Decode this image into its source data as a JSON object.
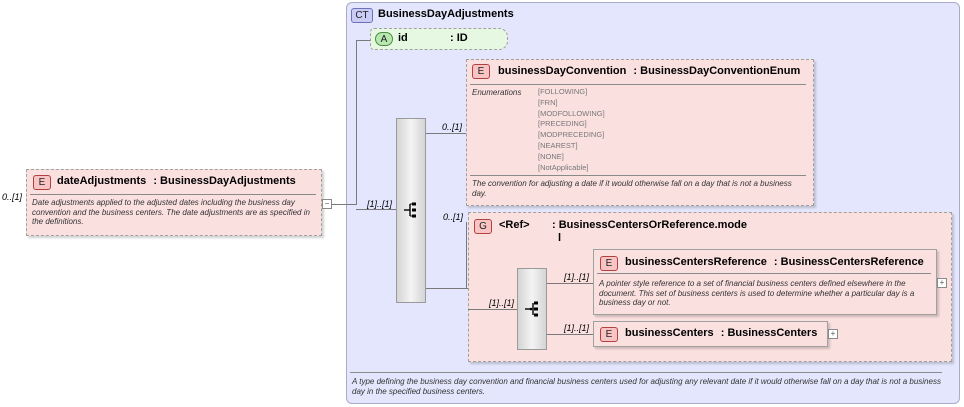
{
  "root": {
    "multiplicity": "0..[1]",
    "badge": "E",
    "name": "dateAdjustments",
    "type": ": BusinessDayAdjustments",
    "description": "Date adjustments applied to the adjusted dates including the business day convention and the business centers. The date adjustments are as specified in the definitions.",
    "collapse": "−"
  },
  "complex_type": {
    "badge": "CT",
    "name": "BusinessDayAdjustments",
    "description": "A type defining the business day convention and financial business centers used for adjusting any relevant date if it would otherwise fall on a day that is not a business day in the specified business centers."
  },
  "attribute": {
    "badge": "A",
    "name": "id",
    "type": ": ID"
  },
  "sequence": {
    "multiplicity": "[1]..[1]"
  },
  "convention": {
    "multiplicity": "0..[1]",
    "badge": "E",
    "name": "businessDayConvention",
    "type": ": BusinessDayConventionEnum",
    "enumerations_label": "Enumerations",
    "enumerations": [
      "[FOLLOWING]",
      "[FRN]",
      "[MODFOLLOWING]",
      "[PRECEDING]",
      "[MODPRECEDING]",
      "[NEAREST]",
      "[NONE]",
      "[NotApplicable]"
    ],
    "description": "The convention for adjusting a date if it would otherwise fall on a day that is not a business day."
  },
  "group": {
    "multiplicity": "0..[1]",
    "badge": "G",
    "ref": "<Ref>",
    "name": ": BusinessCentersOrReference.mode",
    "name_cont": "l",
    "choice_multiplicity": "[1]..[1]"
  },
  "bc_reference": {
    "multiplicity": "[1]..[1]",
    "badge": "E",
    "name": "businessCentersReference",
    "type": ": BusinessCentersReference",
    "description": "A pointer style reference to a set of financial business centers defined elsewhere in the document. This set of business centers is used to determine whether a particular day is a business day or not.",
    "expand": "+"
  },
  "bc": {
    "multiplicity": "[1]..[1]",
    "badge": "E",
    "name": "businessCenters",
    "type": ": BusinessCenters",
    "expand": "+"
  }
}
